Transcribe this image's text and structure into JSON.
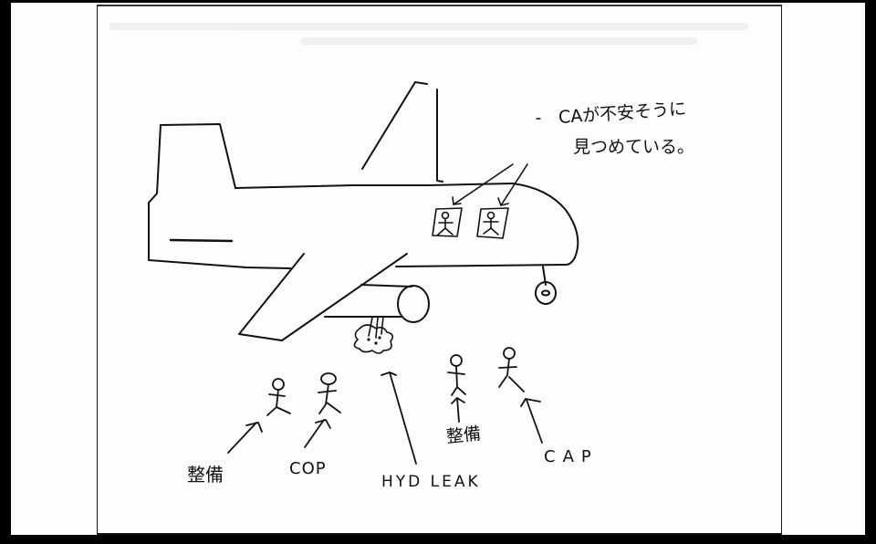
{
  "document": {
    "type": "hand-drawn sketch",
    "subject": "aircraft hydraulic leak scene",
    "colors": {
      "ink": "#111111",
      "paper": "#fdfdfd",
      "scan_border": "#000000"
    }
  },
  "annotation": {
    "line1": "CAが不安そうに",
    "line2": "見つめている。"
  },
  "labels": {
    "mechanic_left": "整備",
    "cop": "COP",
    "hyd_leak": "HYD LEAK",
    "mechanic_right": "整備",
    "cap": "CAP"
  },
  "figures": [
    {
      "id": "mechanic_left",
      "role": "整備"
    },
    {
      "id": "cop",
      "role": "COP"
    },
    {
      "id": "mechanic_right",
      "role": "整備"
    },
    {
      "id": "cap",
      "role": "CAP"
    },
    {
      "id": "ca_window_1",
      "role": "CA"
    },
    {
      "id": "ca_window_2",
      "role": "CA"
    }
  ]
}
